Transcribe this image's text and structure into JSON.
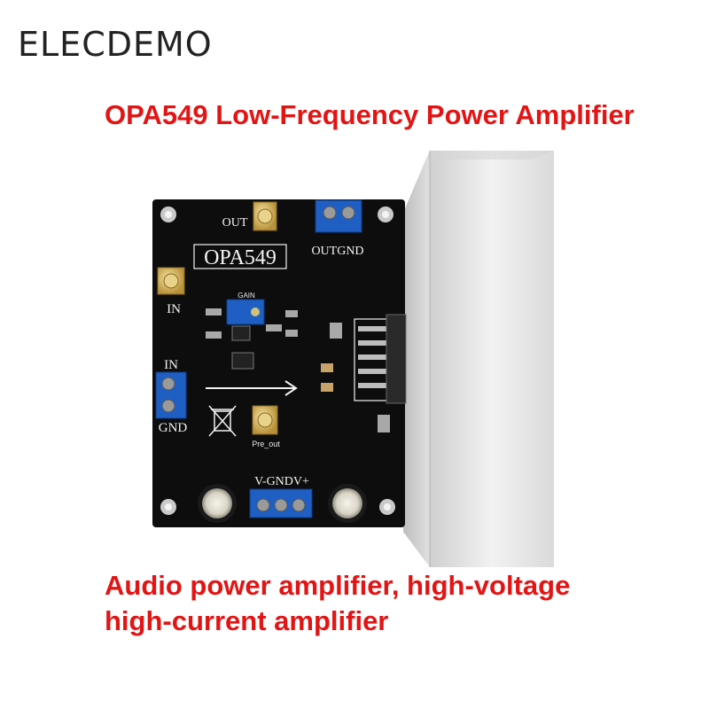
{
  "brand": "ELECDEMO",
  "title": "OPA549 Low-Frequency Power Amplifier",
  "caption_lines": [
    "Audio power amplifier, high-voltage",
    "high-current amplifier"
  ],
  "board": {
    "model_label": "OPA549",
    "out_label": "OUT",
    "out_gnd_label": "OUTGND",
    "in_label_left": "IN",
    "in_label_terminal": "IN",
    "gnd_label_terminal": "GND",
    "gain_label": "GAIN",
    "pre_out_label": "Pre_out",
    "power_label": "V-GNDV+"
  },
  "colors": {
    "title_red": "#e31414",
    "pcb_black": "#0d0d0d",
    "terminal_blue": "#1f5fc4",
    "heatsink": "#e4e4e4"
  }
}
